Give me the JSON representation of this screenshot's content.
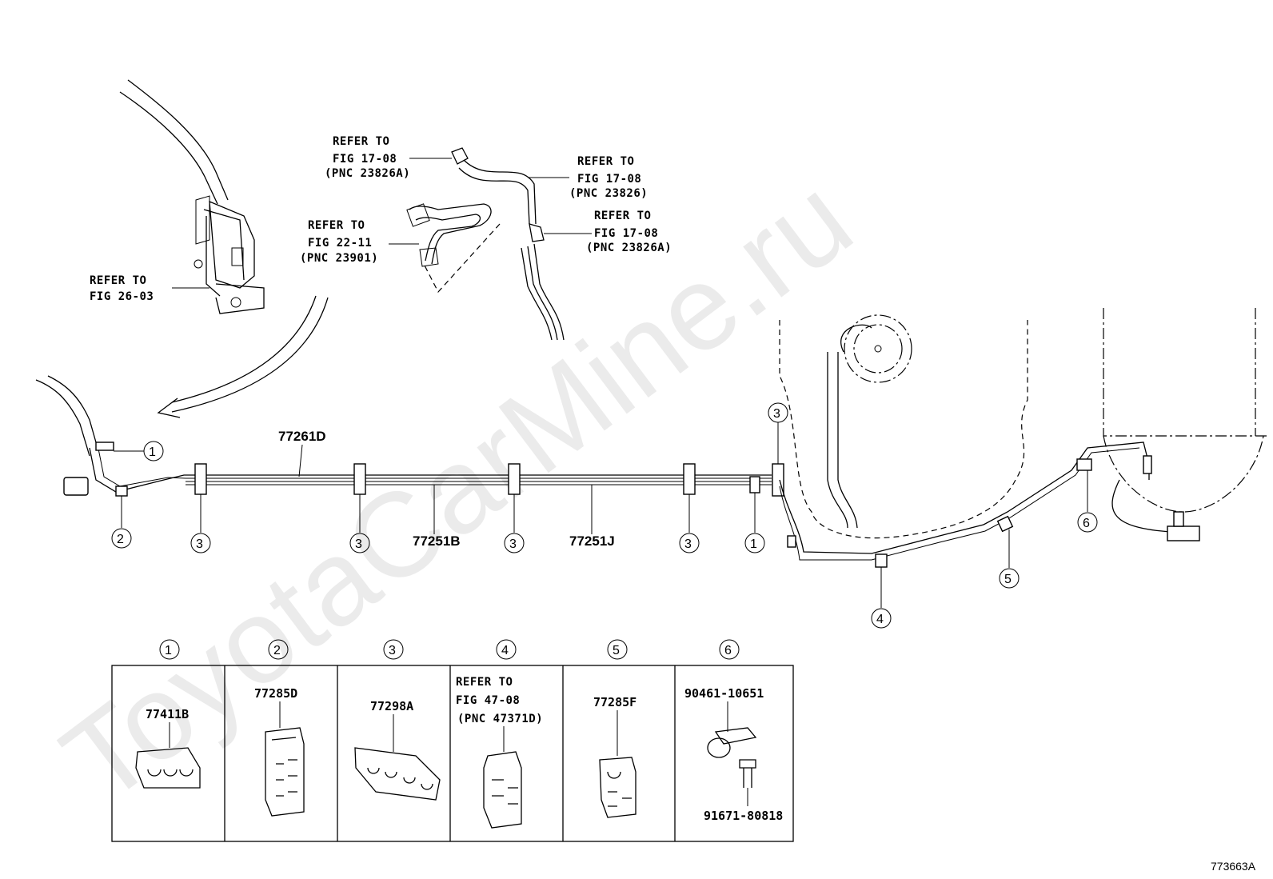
{
  "watermark": "ToyotaCarMine.ru",
  "diagram_id": "773663A",
  "refer_labels": {
    "fig26_line1": "REFER TO",
    "fig26_line2": "FIG 26-03",
    "fig22_line1": "REFER TO",
    "fig22_line2": "FIG 22-11",
    "fig22_line3": "(PNC 23901)",
    "fig1708a_line1": "REFER TO",
    "fig1708a_line2": "FIG 17-08",
    "fig1708a_line3": "(PNC 23826A)",
    "fig1708b_line1": "REFER TO",
    "fig1708b_line2": "FIG 17-08",
    "fig1708b_line3": "(PNC 23826)",
    "fig1708c_line1": "REFER TO",
    "fig1708c_line2": "FIG 17-08",
    "fig1708c_line3": "(PNC 23826A)"
  },
  "main_parts": {
    "p77261D": "77261D",
    "p77251B": "77251B",
    "p77251J": "77251J"
  },
  "callouts": {
    "c1": "1",
    "c2": "2",
    "c3": "3",
    "c4": "4",
    "c5": "5",
    "c6": "6"
  },
  "legend": {
    "headers": [
      "1",
      "2",
      "3",
      "4",
      "5",
      "6"
    ],
    "cells": {
      "cell1_part": "77411B",
      "cell2_part": "77285D",
      "cell3_part": "77298A",
      "cell4_line1": "REFER TO",
      "cell4_line2": "FIG 47-08",
      "cell4_line3": "(PNC 47371D)",
      "cell5_part": "77285F",
      "cell6_part_top": "90461-10651",
      "cell6_part_bottom": "91671-80818"
    }
  }
}
